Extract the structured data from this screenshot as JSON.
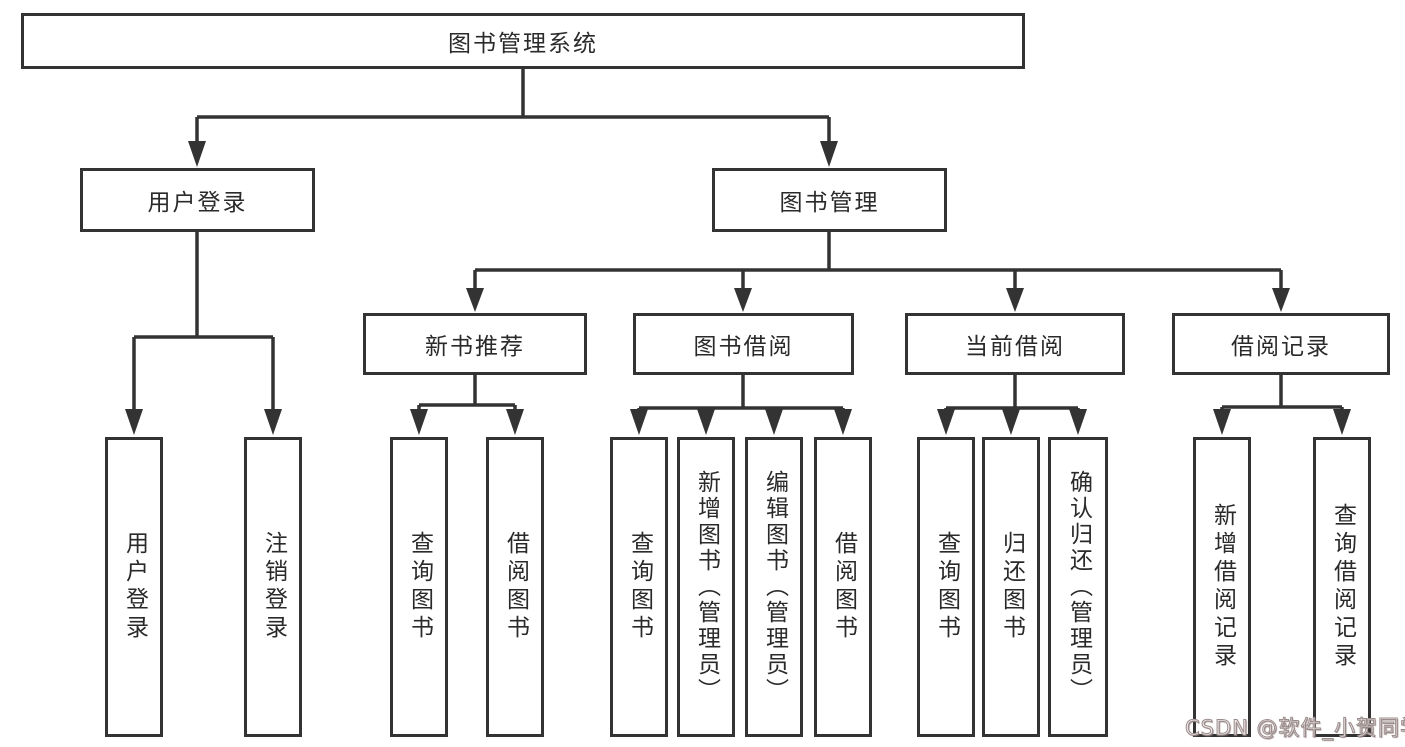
{
  "diagram_type": "hierarchy-tree",
  "tree": {
    "label": "图书管理系统",
    "children": [
      {
        "label": "用户登录",
        "children": [
          {
            "label": "用户登录"
          },
          {
            "label": "注销登录"
          }
        ]
      },
      {
        "label": "图书管理",
        "children": [
          {
            "label": "新书推荐",
            "children": [
              {
                "label": "查询图书"
              },
              {
                "label": "借阅图书"
              }
            ]
          },
          {
            "label": "图书借阅",
            "children": [
              {
                "label": "查询图书"
              },
              {
                "label": "新增图书（管理员）"
              },
              {
                "label": "编辑图书（管理员）"
              },
              {
                "label": "借阅图书"
              }
            ]
          },
          {
            "label": "当前借阅",
            "children": [
              {
                "label": "查询图书"
              },
              {
                "label": "归还图书"
              },
              {
                "label": "确认归还（管理员）"
              }
            ]
          },
          {
            "label": "借阅记录",
            "children": [
              {
                "label": "新增借阅记录"
              },
              {
                "label": "查询借阅记录"
              }
            ]
          }
        ]
      }
    ]
  },
  "watermark": {
    "text": "CSDN @软件_小贺同学",
    "color": "#d9c7c7"
  },
  "colors": {
    "line": "#333333",
    "box_border": "#333333",
    "text": "#2a2a2a",
    "background": "#ffffff"
  }
}
